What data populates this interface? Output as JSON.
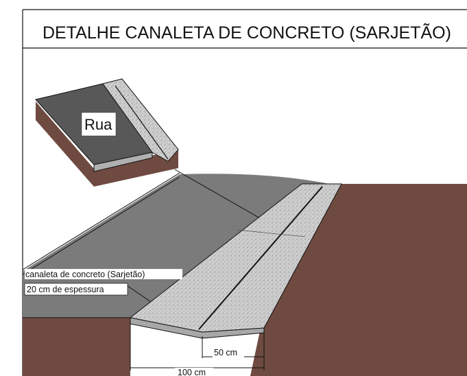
{
  "title": "DETALHE CANALETA DE CONCRETO (SARJETÃO)",
  "labels": {
    "street": "Rua",
    "gutter": "canaleta de concreto (Sarjetão)",
    "thickness": "20 cm de espessura"
  },
  "dimensions": {
    "half_width": "50 cm",
    "full_width": "100 cm"
  },
  "colors": {
    "soil": "#6e4a40",
    "asphalt": "#7b7b7b",
    "asphalt_dark": "#585858",
    "concrete": "#cfcfcf",
    "concrete_edge": "#a8a8a8",
    "line": "#111111"
  }
}
